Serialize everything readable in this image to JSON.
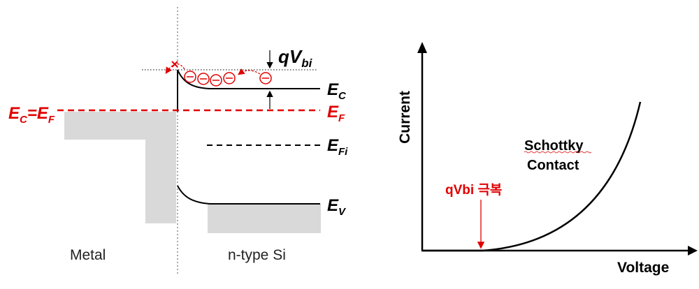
{
  "band_diagram": {
    "ec_eq_ef": {
      "main1": "E",
      "sub1": "C",
      "eq": "=",
      "main2": "E",
      "sub2": "F"
    },
    "qvbi": {
      "main": "qV",
      "sub": "bi"
    },
    "ec": {
      "main": "E",
      "sub": "C"
    },
    "ef": {
      "main": "E",
      "sub": "F"
    },
    "efi": {
      "main": "E",
      "sub": "Fi"
    },
    "ev": {
      "main": "E",
      "sub": "V"
    },
    "metal_label": "Metal",
    "semiconductor_label": "n-type Si",
    "electron_symbol": "⊖",
    "electron_count": 5,
    "colors": {
      "accent": "#e00000",
      "band_fill": "#d9d9d9",
      "line": "#000000"
    }
  },
  "iv_graph": {
    "ylabel": "Current",
    "xlabel": "Voltage",
    "curve_label_line1": "Schottky",
    "curve_label_line2": "Contact",
    "threshold_label": "qVbi 극복",
    "colors": {
      "curve": "#000000",
      "threshold": "#e00000"
    }
  }
}
